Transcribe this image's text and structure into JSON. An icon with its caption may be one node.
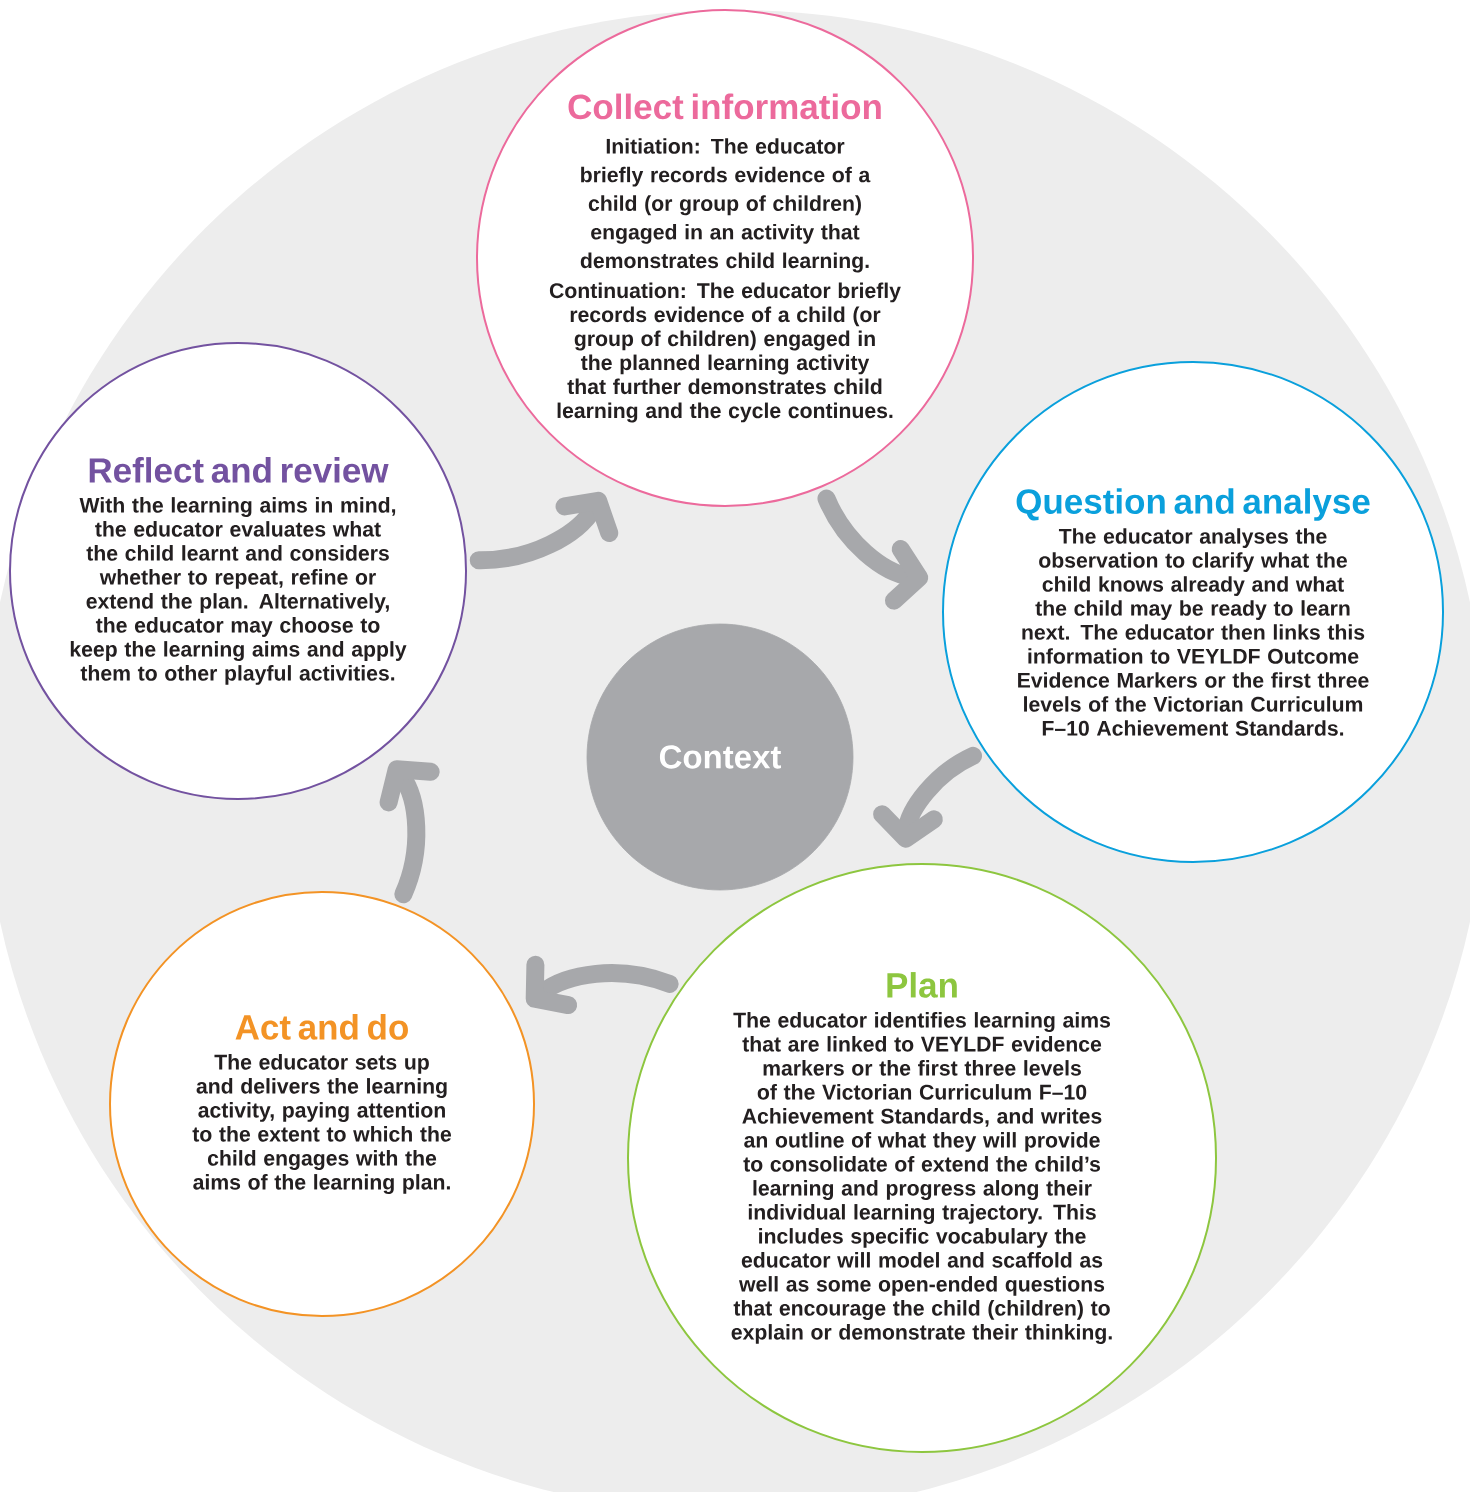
{
  "diagram": {
    "nodes": [
      {
        "text": [
          "Collect information",
          "**Initiation:** The educator briefly records evidence of a child (or group of children) engaged in an activity that demonstrates child learning.",
          "**Continuation:** The educator briefly records evidence of a child (or group of children) engaged in the planned learning activity that further demonstrates child learning and the cycle continues."
        ]
      },
      {
        "text": [
          "Question and analyse",
          "The educator analyses the observation to clarify what the child knows already and what the child may be ready to learn next. The educator then links this information to VEYLDF Outcome Evidence Markers or the first three levels of the Victorian Curriculum F–10 Achievement Standards."
        ]
      },
      {
        "text": [
          "Plan",
          "The educator identifies learning aims that are linked to VEYLDF evidence markers or the first three levels of the Victorian Curriculum F–10 Achievement Standards, and writes an outline of what they will provide to consolidate of extend the child’s learning and progress along their individual learning trajectory. This includes specific vocabulary the educator will model and scaffold as well as some open-ended questions that encourage the child (children) to explain or demonstrate their thinking."
        ]
      },
      {
        "text": [
          "Act and do",
          "The educator sets up and delivers the learning activity, paying attention to the extent to which the child engages with the aims of the learning plan."
        ]
      },
      {
        "text": [
          "Reflect and review",
          "With the learning aims in mind, the educator evaluates what the child learnt and considers whether to repeat, refine or extend the plan. Alternatively, the educator may choose to keep the learning aims and apply them to other playful activities."
        ]
      },
      {
        "text": [
          "Context"
        ]
      }
    ],
    "edges": [
      {
        "from": 0,
        "to": 1,
        "arrow": "to"
      },
      {
        "from": 1,
        "to": 2,
        "arrow": "to"
      },
      {
        "from": 2,
        "to": 3,
        "arrow": "to"
      },
      {
        "from": 3,
        "to": 4,
        "arrow": "to"
      },
      {
        "from": 4,
        "to": 0,
        "arrow": "to"
      }
    ]
  }
}
